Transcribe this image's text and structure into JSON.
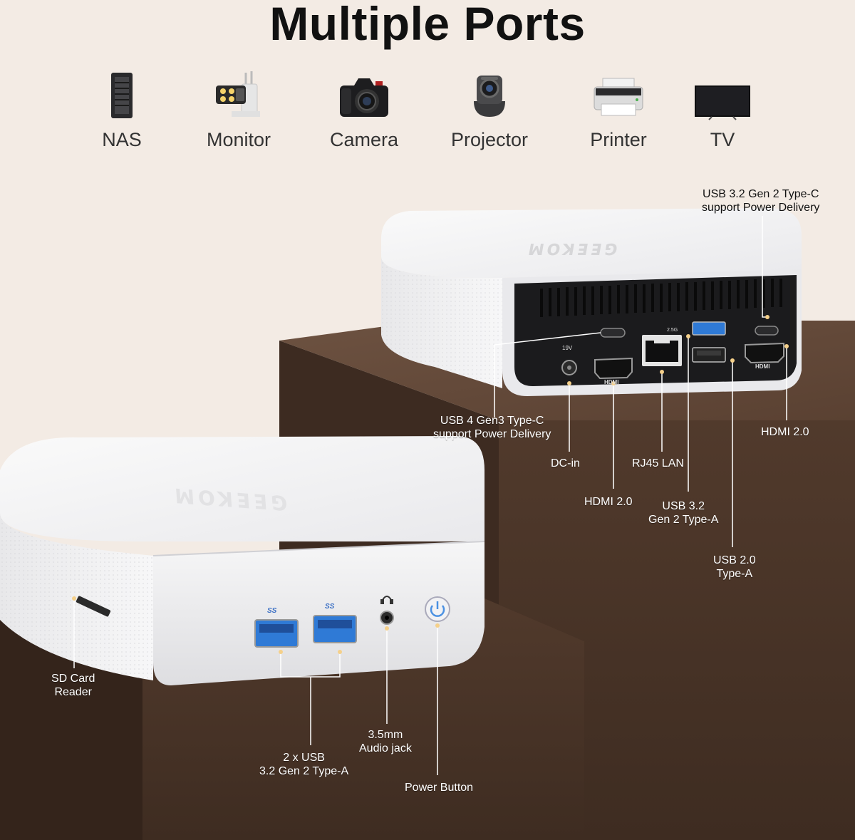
{
  "title": "Multiple Ports",
  "devices": [
    {
      "label": "NAS",
      "icon": "nas-icon"
    },
    {
      "label": "Monitor",
      "icon": "security-camera-icon"
    },
    {
      "label": "Camera",
      "icon": "camera-icon"
    },
    {
      "label": "Projector",
      "icon": "projector-icon"
    },
    {
      "label": "Printer",
      "icon": "printer-icon"
    },
    {
      "label": "TV",
      "icon": "tv-icon"
    }
  ],
  "brand": "GEEKOM",
  "rear_ports": {
    "usb_c_pd_top": [
      "USB 3.2 Gen 2 Type-C",
      "support Power Delivery"
    ],
    "usb4": [
      "USB 4 Gen3 Type-C",
      "support Power Delivery"
    ],
    "dc_in": "DC-in",
    "rj45": "RJ45 LAN",
    "hdmi_left": "HDMI 2.0",
    "usb32a": [
      "USB 3.2",
      "Gen 2 Type-A"
    ],
    "usb20a": [
      "USB 2.0",
      "Type-A"
    ],
    "hdmi_right": "HDMI 2.0",
    "dc_label": "19V",
    "lan_speed": "2.5G",
    "hdmi_logo": "HDMI"
  },
  "front_ports": {
    "sd": [
      "SD Card",
      "Reader"
    ],
    "usb": [
      "2 x USB",
      "3.2 Gen 2 Type-A"
    ],
    "audio": [
      "3.5mm",
      "Audio jack"
    ],
    "power": "Power Button",
    "ss_label": "SS"
  },
  "colors": {
    "background": "#f3ebe4",
    "pedestal_front": "#4b3528",
    "pedestal_top": "#6a4e3d",
    "device_silver": "#f4f4f5",
    "rear_panel": "#1b1b1d",
    "usb_blue": "#2f7ad6"
  }
}
